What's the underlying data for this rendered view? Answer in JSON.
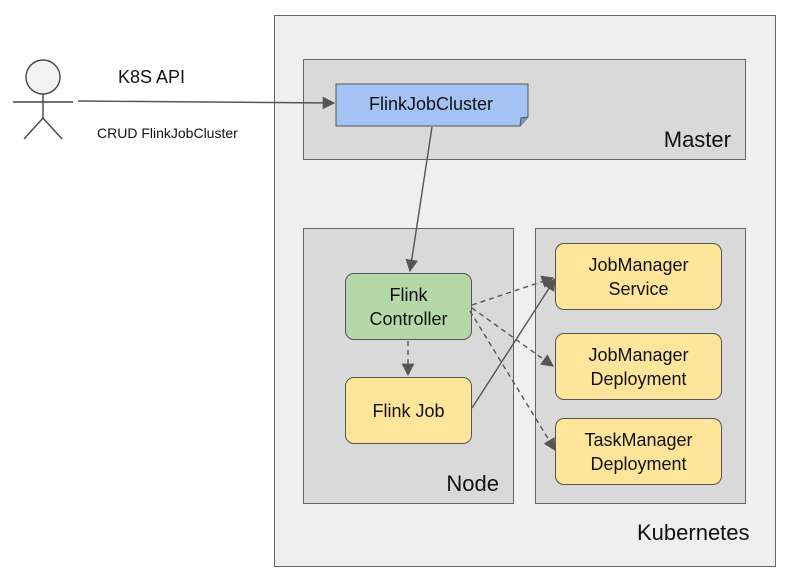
{
  "diagram": {
    "kubernetes_label": "Kubernetes",
    "master_label": "Master",
    "node_label": "Node",
    "api_label": "K8S API",
    "crud_label": "CRUD FlinkJobCluster",
    "flink_job_cluster": "FlinkJobCluster",
    "flink_controller": "Flink\nController",
    "flink_job": "Flink Job",
    "jobmanager_service": "JobManager\nService",
    "jobmanager_deployment": "JobManager\nDeployment",
    "taskmanager_deployment": "TaskManager\nDeployment"
  },
  "colors": {
    "cluster_fill": "#a4c2f4",
    "controller_fill": "#b6d7a8",
    "resource_fill": "#ffe599",
    "region_fill": "#d9d9d9",
    "outer_fill": "#efefef"
  }
}
